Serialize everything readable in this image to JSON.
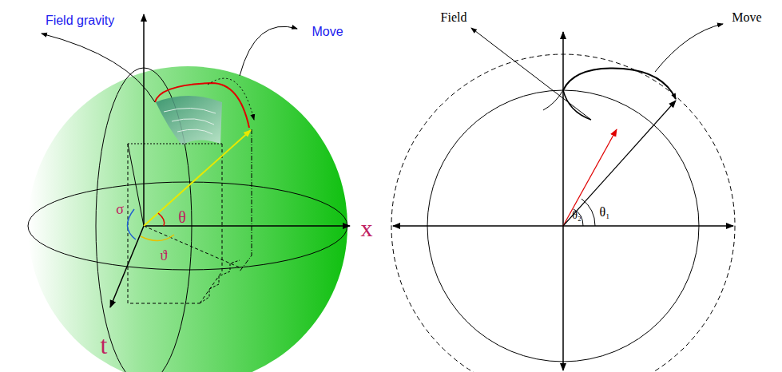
{
  "diagram": {
    "labels": [
      "Field gravity",
      "Move",
      "σ",
      "θ",
      "ϑ",
      "x",
      "t",
      "Field",
      "Move",
      "θ₂",
      "θ₁"
    ]
  }
}
